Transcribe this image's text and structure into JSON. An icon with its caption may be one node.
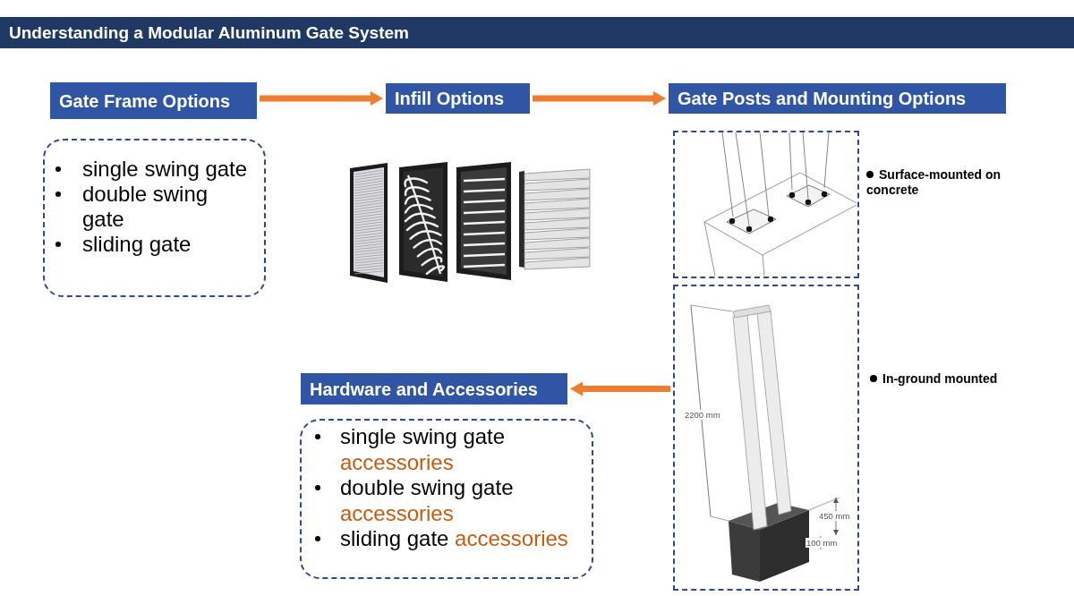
{
  "diagram": {
    "title": "Understanding a Modular Aluminum Gate System",
    "nodes": [
      {
        "text": [
          "Gate Frame Options"
        ]
      },
      {
        "text": [
          "Infill Options"
        ]
      },
      {
        "text": [
          "Gate Posts and Mounting Options"
        ]
      },
      {
        "text": [
          "single swing gate",
          "double swing gate",
          "sliding gate"
        ]
      },
      {
        "text": [],
        "shape": "picture"
      },
      {
        "text": [],
        "shape": "box",
        "beside": [
          "Surface-mounted on concrete"
        ]
      },
      {
        "text": [],
        "shape": "box",
        "beside": [
          "In-ground mounted"
        ]
      },
      {
        "text": [
          "Hardware and Accessories"
        ]
      },
      {
        "text": [
          "single swing gate accessories",
          "double swing gate accessories",
          "sliding gate accessories"
        ]
      }
    ],
    "edges": [
      {
        "from": 0,
        "to": 1,
        "arrow": "to"
      },
      {
        "from": 1,
        "to": 2,
        "arrow": "to"
      },
      {
        "from": 6,
        "to": 7,
        "arrow": "to"
      }
    ],
    "labels": [
      "2200 mm",
      "450 mm",
      "100 mm"
    ]
  }
}
